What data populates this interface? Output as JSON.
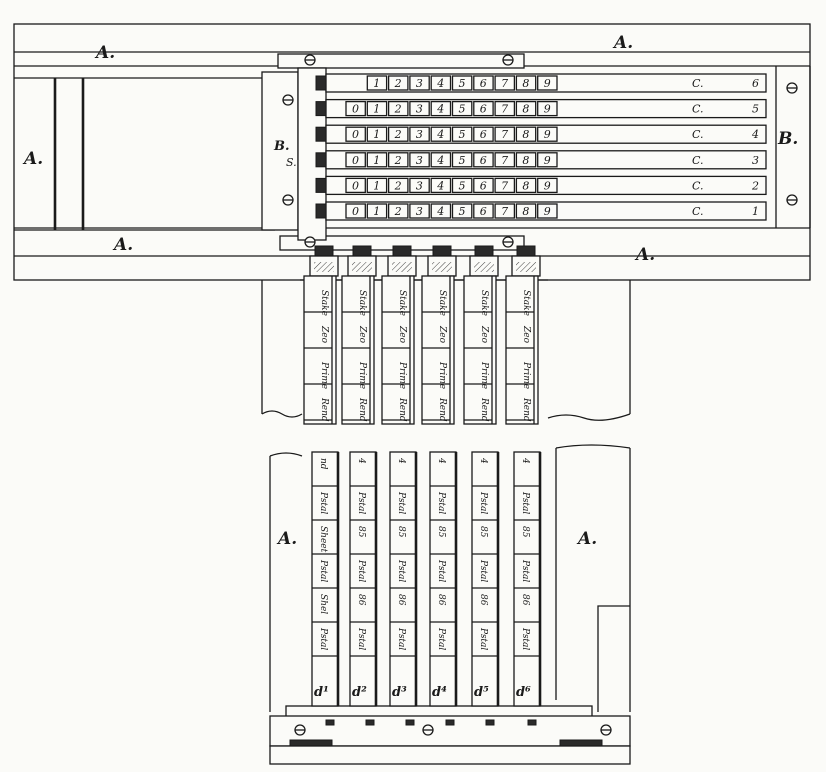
{
  "labels": {
    "frame": "A.",
    "slide": "B.",
    "slide_small": "B.",
    "rods": "C.",
    "plate_s": "S."
  },
  "rows": [
    {
      "digits": [
        "1",
        "2",
        "3",
        "4",
        "5",
        "6",
        "7",
        "8",
        "9"
      ],
      "has_zero": false,
      "end_number": "6"
    },
    {
      "digits": [
        "0",
        "1",
        "2",
        "3",
        "4",
        "5",
        "6",
        "7",
        "8",
        "9"
      ],
      "has_zero": true,
      "end_number": "5"
    },
    {
      "digits": [
        "0",
        "1",
        "2",
        "3",
        "4",
        "5",
        "6",
        "7",
        "8",
        "9"
      ],
      "has_zero": true,
      "end_number": "4"
    },
    {
      "digits": [
        "0",
        "1",
        "2",
        "3",
        "4",
        "5",
        "6",
        "7",
        "8",
        "9"
      ],
      "has_zero": true,
      "end_number": "3"
    },
    {
      "digits": [
        "0",
        "1",
        "2",
        "3",
        "4",
        "5",
        "6",
        "7",
        "8",
        "9"
      ],
      "has_zero": true,
      "end_number": "2"
    },
    {
      "digits": [
        "0",
        "1",
        "2",
        "3",
        "4",
        "5",
        "6",
        "7",
        "8",
        "9"
      ],
      "has_zero": true,
      "end_number": "1"
    }
  ],
  "strips_top": [
    [
      "Stake",
      "Zeo",
      "Prime",
      "Rend"
    ],
    [
      "Stake",
      "Zeo",
      "Prime",
      "Rend"
    ],
    [
      "Stake",
      "Zeo",
      "Prime",
      "Rend"
    ],
    [
      "Stake",
      "Zeo",
      "Prime",
      "Rend"
    ],
    [
      "Stake",
      "Zeo",
      "Prime",
      "Rend"
    ],
    [
      "Stake",
      "Zeo",
      "Prime",
      "Rend"
    ]
  ],
  "strips_bottom": [
    {
      "cells": [
        "nd",
        "Pstal",
        "Sheet",
        "Pstal",
        "Shel",
        "Pstal"
      ],
      "label": "d¹"
    },
    {
      "cells": [
        "4",
        "Pstal",
        "85",
        "Pstal",
        "86",
        "Pstal"
      ],
      "label": "d²"
    },
    {
      "cells": [
        "4",
        "Pstal",
        "85",
        "Pstal",
        "86",
        "Pstal"
      ],
      "label": "d³"
    },
    {
      "cells": [
        "4",
        "Pstal",
        "85",
        "Pstal",
        "86",
        "Pstal"
      ],
      "label": "d⁴"
    },
    {
      "cells": [
        "4",
        "Pstal",
        "85",
        "Pstal",
        "86",
        "Pstal"
      ],
      "label": "d⁵"
    },
    {
      "cells": [
        "4",
        "Pstal",
        "85",
        "Pstal",
        "86",
        "Pstal"
      ],
      "label": "d⁶"
    }
  ]
}
